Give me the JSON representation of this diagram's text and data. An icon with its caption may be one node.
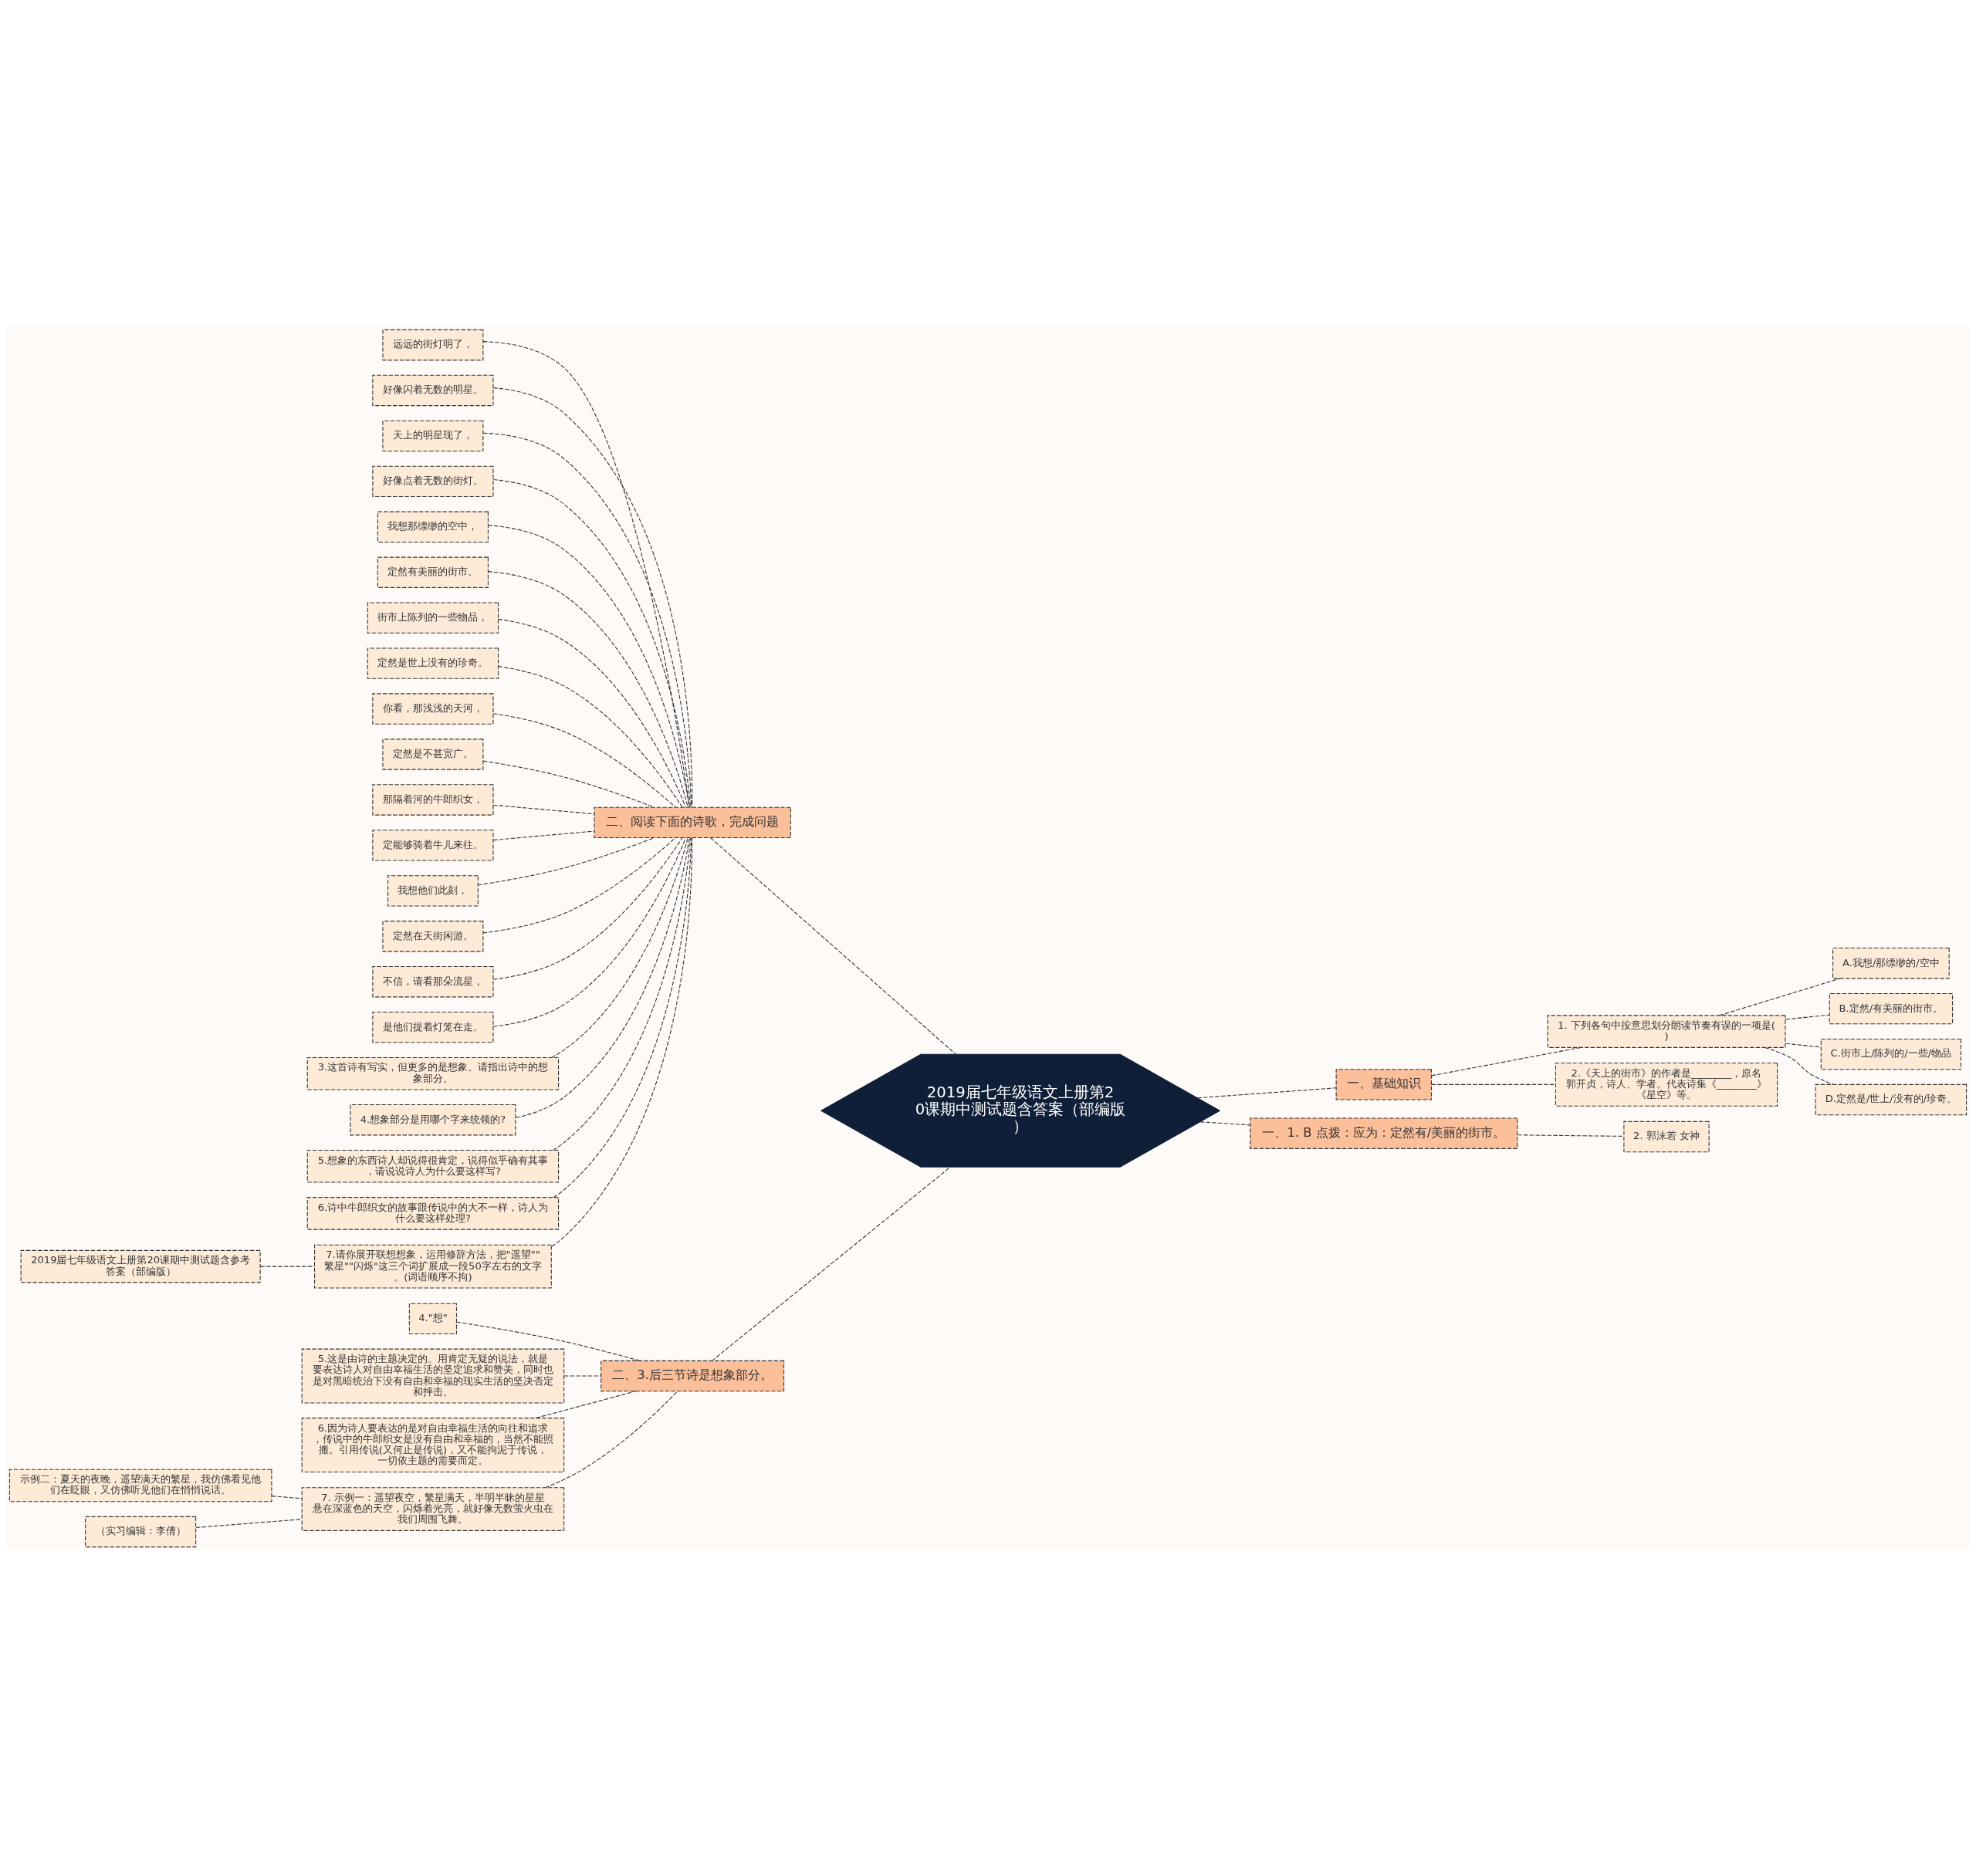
{
  "diagram": {
    "nodes": [
      {
        "text": [
          "2019届七年级语文上册第20课期中测试题含答案（部编版）"
        ]
      },
      {
        "text": [
          "一、基础知识"
        ]
      },
      {
        "text": [
          "1. 下列各句中按意思划分朗读节奏有误的一项是( )"
        ]
      },
      {
        "text": [
          "A.我想/那缥缈的/空中"
        ]
      },
      {
        "text": [
          "B.定然/有美丽的街市。"
        ]
      },
      {
        "text": [
          "C.街市上/陈列的/一些/物品"
        ]
      },
      {
        "text": [
          "D.定然是/世上/没有的/珍奇。"
        ]
      },
      {
        "text": [
          "2.《天上的街市》的作者是________，原名郭开贞，诗人、学者。代表诗集《________》《星空》等。"
        ]
      },
      {
        "text": [
          "一、1. B 点拨：应为：定然有/美丽的街市。"
        ]
      },
      {
        "text": [
          "2. 郭沫若 女神"
        ]
      },
      {
        "text": [
          "二、阅读下面的诗歌，完成问题"
        ]
      },
      {
        "text": [
          "远远的街灯明了，"
        ]
      },
      {
        "text": [
          "好像闪着无数的明星。"
        ]
      },
      {
        "text": [
          "天上的明星现了，"
        ]
      },
      {
        "text": [
          "好像点着无数的街灯。"
        ]
      },
      {
        "text": [
          "我想那缥缈的空中，"
        ]
      },
      {
        "text": [
          "定然有美丽的街市。"
        ]
      },
      {
        "text": [
          "街市上陈列的一些物品，"
        ]
      },
      {
        "text": [
          "定然是世上没有的珍奇。"
        ]
      },
      {
        "text": [
          "你看，那浅浅的天河，"
        ]
      },
      {
        "text": [
          "定然是不甚宽广。"
        ]
      },
      {
        "text": [
          "那隔着河的牛郎织女，"
        ]
      },
      {
        "text": [
          "定能够骑着牛儿来往。"
        ]
      },
      {
        "text": [
          "我想他们此刻，"
        ]
      },
      {
        "text": [
          "定然在天街闲游。"
        ]
      },
      {
        "text": [
          "不信，请看那朵流星，"
        ]
      },
      {
        "text": [
          "是他们提着灯笼在走。"
        ]
      },
      {
        "text": [
          "3.这首诗有写实，但更多的是想象。请指出诗中的想象部分。"
        ]
      },
      {
        "text": [
          "4.想象部分是用哪个字来统领的?"
        ]
      },
      {
        "text": [
          "5.想象的东西诗人却说得很肯定，说得似乎确有其事，请说说诗人为什么要这样写?"
        ]
      },
      {
        "text": [
          "6.诗中牛郎织女的故事跟传说中的大不一样，诗人为什么要这样处理?"
        ]
      },
      {
        "text": [
          "7.请你展开联想想象，运用修辞方法，把\"遥望\"\"繁星\"\"闪烁\"这三个词扩展成一段50字左右的文字。(词语顺序不拘)"
        ]
      },
      {
        "text": [
          "2019届七年级语文上册第20课期中测试题含参考答案（部编版）"
        ]
      },
      {
        "text": [
          "二、3.后三节诗是想象部分。"
        ]
      },
      {
        "text": [
          "4.\"想\""
        ]
      },
      {
        "text": [
          "5.这是由诗的主题决定的。用肯定无疑的说法，就是要表达诗人对自由幸福生活的坚定追求和赞美，同时也是对黑暗统治下没有自由和幸福的现实生活的坚决否定和抨击。"
        ]
      },
      {
        "text": [
          "6.因为诗人要表达的是对自由幸福生活的向往和追求，传说中的牛郎织女是没有自由和幸福的，当然不能照搬。引用传说(又何止是传说)，又不能拘泥于传说，一切依主题的需要而定。"
        ]
      },
      {
        "text": [
          "7. 示例一：遥望夜空，繁星满天，半明半昧的星星悬在深蓝色的天空，闪烁着光亮，就好像无数萤火虫在我们周围飞舞。"
        ]
      },
      {
        "text": [
          "示例二：夏天的夜晚，遥望满天的繁星，我仿佛看见他们在眨眼，又仿佛听见他们在悄悄说话。"
        ]
      },
      {
        "text": [
          "（实习编辑：李倩）"
        ]
      }
    ],
    "edges": [
      {
        "from": 0,
        "to": 1,
        "arrow": "none"
      },
      {
        "from": 1,
        "to": 2,
        "arrow": "none"
      },
      {
        "from": 2,
        "to": 3,
        "arrow": "none"
      },
      {
        "from": 2,
        "to": 4,
        "arrow": "none"
      },
      {
        "from": 2,
        "to": 5,
        "arrow": "none"
      },
      {
        "from": 2,
        "to": 6,
        "arrow": "none"
      },
      {
        "from": 1,
        "to": 7,
        "arrow": "none"
      },
      {
        "from": 0,
        "to": 8,
        "arrow": "none"
      },
      {
        "from": 8,
        "to": 9,
        "arrow": "none"
      },
      {
        "from": 0,
        "to": 10,
        "arrow": "none"
      },
      {
        "from": 10,
        "to": 11,
        "arrow": "none"
      },
      {
        "from": 10,
        "to": 12,
        "arrow": "none"
      },
      {
        "from": 10,
        "to": 13,
        "arrow": "none"
      },
      {
        "from": 10,
        "to": 14,
        "arrow": "none"
      },
      {
        "from": 10,
        "to": 15,
        "arrow": "none"
      },
      {
        "from": 10,
        "to": 16,
        "arrow": "none"
      },
      {
        "from": 10,
        "to": 17,
        "arrow": "none"
      },
      {
        "from": 10,
        "to": 18,
        "arrow": "none"
      },
      {
        "from": 10,
        "to": 19,
        "arrow": "none"
      },
      {
        "from": 10,
        "to": 20,
        "arrow": "none"
      },
      {
        "from": 10,
        "to": 21,
        "arrow": "none"
      },
      {
        "from": 10,
        "to": 22,
        "arrow": "none"
      },
      {
        "from": 10,
        "to": 23,
        "arrow": "none"
      },
      {
        "from": 10,
        "to": 24,
        "arrow": "none"
      },
      {
        "from": 10,
        "to": 25,
        "arrow": "none"
      },
      {
        "from": 10,
        "to": 26,
        "arrow": "none"
      },
      {
        "from": 10,
        "to": 27,
        "arrow": "none"
      },
      {
        "from": 10,
        "to": 28,
        "arrow": "none"
      },
      {
        "from": 10,
        "to": 29,
        "arrow": "none"
      },
      {
        "from": 10,
        "to": 30,
        "arrow": "none"
      },
      {
        "from": 10,
        "to": 31,
        "arrow": "none"
      },
      {
        "from": 31,
        "to": 32,
        "arrow": "none"
      },
      {
        "from": 0,
        "to": 33,
        "arrow": "none"
      },
      {
        "from": 33,
        "to": 34,
        "arrow": "none"
      },
      {
        "from": 33,
        "to": 35,
        "arrow": "none"
      },
      {
        "from": 33,
        "to": 36,
        "arrow": "none"
      },
      {
        "from": 33,
        "to": 37,
        "arrow": "none"
      },
      {
        "from": 37,
        "to": 38,
        "arrow": "none"
      },
      {
        "from": 37,
        "to": 39,
        "arrow": "none"
      }
    ]
  }
}
